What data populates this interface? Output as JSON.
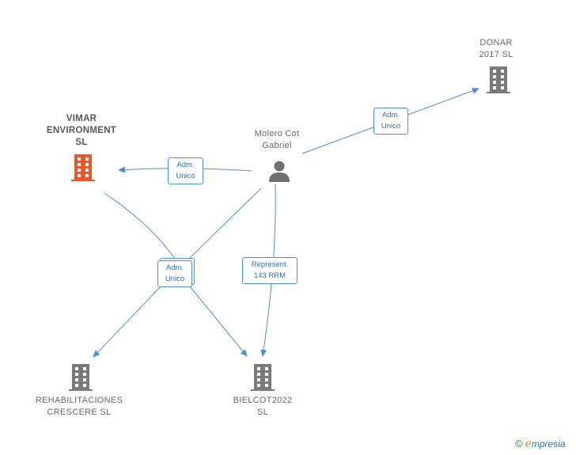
{
  "colors": {
    "edge": "#4a90d9",
    "building_main": "#e8582a",
    "building": "#7a7a7a",
    "person": "#707070"
  },
  "nodes": {
    "person": {
      "line1": "Molero Cot",
      "line2": "Gabriel"
    },
    "vimar": {
      "line1": "VIMAR",
      "line2": "ENVIRONMENT",
      "line3": "SL"
    },
    "donar": {
      "line1": "DONAR",
      "line2": "2017  SL"
    },
    "rehab": {
      "line1": "REHABILITACIONES",
      "line2": "CRESCERE  SL"
    },
    "bielcot": {
      "line1": "BIELCOT2022",
      "line2": "SL"
    }
  },
  "edges": {
    "donar": {
      "line1": "Adm.",
      "line2": "Unico"
    },
    "vimar": {
      "line1": "Adm.",
      "line2": "Unico"
    },
    "shared": {
      "line1": "Adm.",
      "line2": "Unico"
    },
    "bielcot": {
      "line1": "Represent.",
      "line2": "143 RRM"
    }
  },
  "footer": {
    "copyright": "©",
    "brand_e": "e",
    "brand_rest": "mpresia"
  }
}
